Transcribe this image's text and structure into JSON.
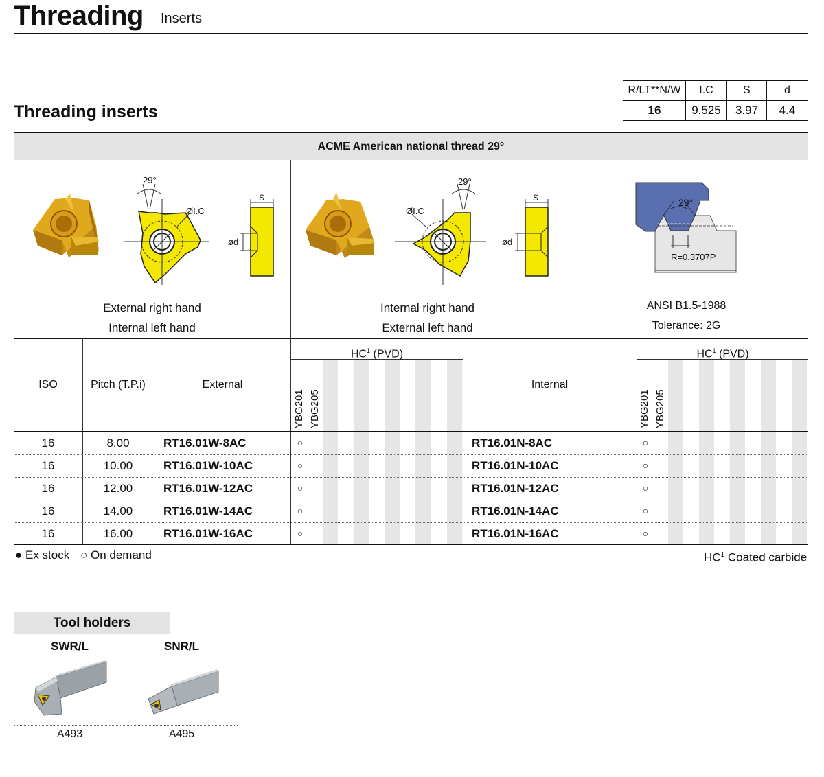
{
  "header": {
    "title": "Threading",
    "subtitle": "Inserts"
  },
  "section_title": "Threading inserts",
  "spec_table": {
    "headers": [
      "R/LT**N/W",
      "I.C",
      "S",
      "d"
    ],
    "values": [
      "16",
      "9.525",
      "3.97",
      "4.4"
    ]
  },
  "band_title": "ACME American national thread 29°",
  "panels": {
    "left": {
      "angle": "29°",
      "ic_label": "ØI.C",
      "s_label": "S",
      "d_label": "ød",
      "caption1": "External right hand",
      "caption2": "Internal left hand"
    },
    "middle": {
      "angle": "29°",
      "ic_label": "ØI.C",
      "s_label": "S",
      "d_label": "ød",
      "caption1": "Internal right hand",
      "caption2": "External left hand"
    },
    "right": {
      "angle": "29°",
      "radius_label": "R=0.3707P",
      "caption1": "ANSI B1.5-1988",
      "caption2": "Tolerance: 2G"
    }
  },
  "main_table": {
    "col_iso": "ISO",
    "col_pitch": "Pitch (T.P.i)",
    "col_external": "External",
    "col_internal": "Internal",
    "group_label": "HC",
    "group_sup": "1",
    "group_suffix": " (PVD)",
    "grade1": "YBG201",
    "grade2": "YBG205",
    "rows": [
      {
        "iso": "16",
        "pitch": "8.00",
        "external": "RT16.01W-8AC",
        "ext_mark": "○",
        "internal": "RT16.01N-8AC",
        "int_mark": "○"
      },
      {
        "iso": "16",
        "pitch": "10.00",
        "external": "RT16.01W-10AC",
        "ext_mark": "○",
        "internal": "RT16.01N-10AC",
        "int_mark": "○"
      },
      {
        "iso": "16",
        "pitch": "12.00",
        "external": "RT16.01W-12AC",
        "ext_mark": "○",
        "internal": "RT16.01N-12AC",
        "int_mark": "○"
      },
      {
        "iso": "16",
        "pitch": "14.00",
        "external": "RT16.01W-14AC",
        "ext_mark": "○",
        "internal": "RT16.01N-14AC",
        "int_mark": "○"
      },
      {
        "iso": "16",
        "pitch": "16.00",
        "external": "RT16.01W-16AC",
        "ext_mark": "○",
        "internal": "RT16.01N-16AC",
        "int_mark": "○"
      }
    ]
  },
  "legend": {
    "ex_stock": "● Ex stock",
    "on_demand": "○ On demand",
    "coated_prefix": "HC",
    "coated_sup": "1",
    "coated_suffix": " Coated carbide"
  },
  "tool_holders": {
    "title": "Tool holders",
    "items": [
      {
        "name": "SWR/L",
        "ref": "A493"
      },
      {
        "name": "SNR/L",
        "ref": "A495"
      }
    ]
  },
  "colors": {
    "insert_yellow": "#f5e800",
    "insert_gold": "#e0a81c",
    "tool_blue": "#5a6fb0",
    "band_gray": "#e3e3e3",
    "stripe_gray": "#e6e6e6"
  }
}
